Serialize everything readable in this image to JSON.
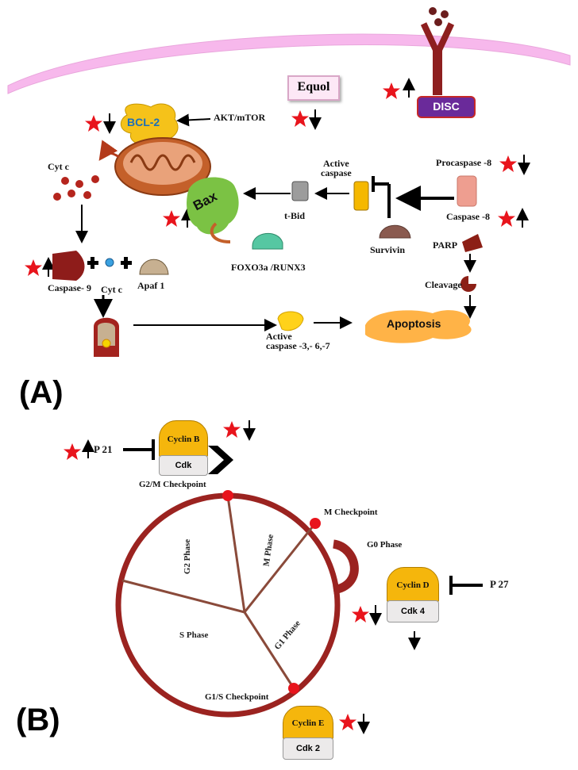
{
  "panel_a": {
    "tag": "(A)",
    "equol": "Equol",
    "disc": "DISC",
    "bcl2": "BCL-2",
    "akt_mtor": "AKT/mTOR",
    "cyt_c_top": "Cyt c",
    "bax": "Bax",
    "t_bid": "t-Bid",
    "active_caspase": "Active\ncaspase",
    "survivin": "Survivin",
    "procaspase8": "Procaspase -8",
    "caspase8": "Caspase -8",
    "foxo": "FOXO3a /RUNX3",
    "parp": "PARP",
    "cleavage": "Cleavage",
    "caspase9": "Caspase- 9",
    "cyt_c": "Cyt c",
    "apaf1": "Apaf 1",
    "active_caspase_367": "Active\ncaspase -3,- 6,-7",
    "apoptosis": "Apoptosis"
  },
  "panel_b": {
    "tag": "(B)",
    "p21": "P 21",
    "cyclin_b": "Cyclin  B",
    "cdk": "Cdk",
    "g2m": "G2/M Checkpoint",
    "m_checkpoint": "M Checkpoint",
    "g0_phase": "G0 Phase",
    "g2_phase": "G2 Phase",
    "m_phase": "M Phase",
    "s_phase": "S Phase",
    "g1_phase": "G1 Phase",
    "cyclin_d": "Cyclin  D",
    "cdk4": "Cdk 4",
    "p27": "P 27",
    "g1s": "G1/S Checkpoint",
    "cyclin_e": "Cyclin  E",
    "cdk2": "Cdk 2"
  },
  "colors": {
    "star": "#e8141c",
    "membrane": "#f7b8ec",
    "cycle_ring": "#9b2320",
    "cyclin": "#f5b60c",
    "bax": "#7bc244",
    "disc": "#6a2a9a"
  }
}
